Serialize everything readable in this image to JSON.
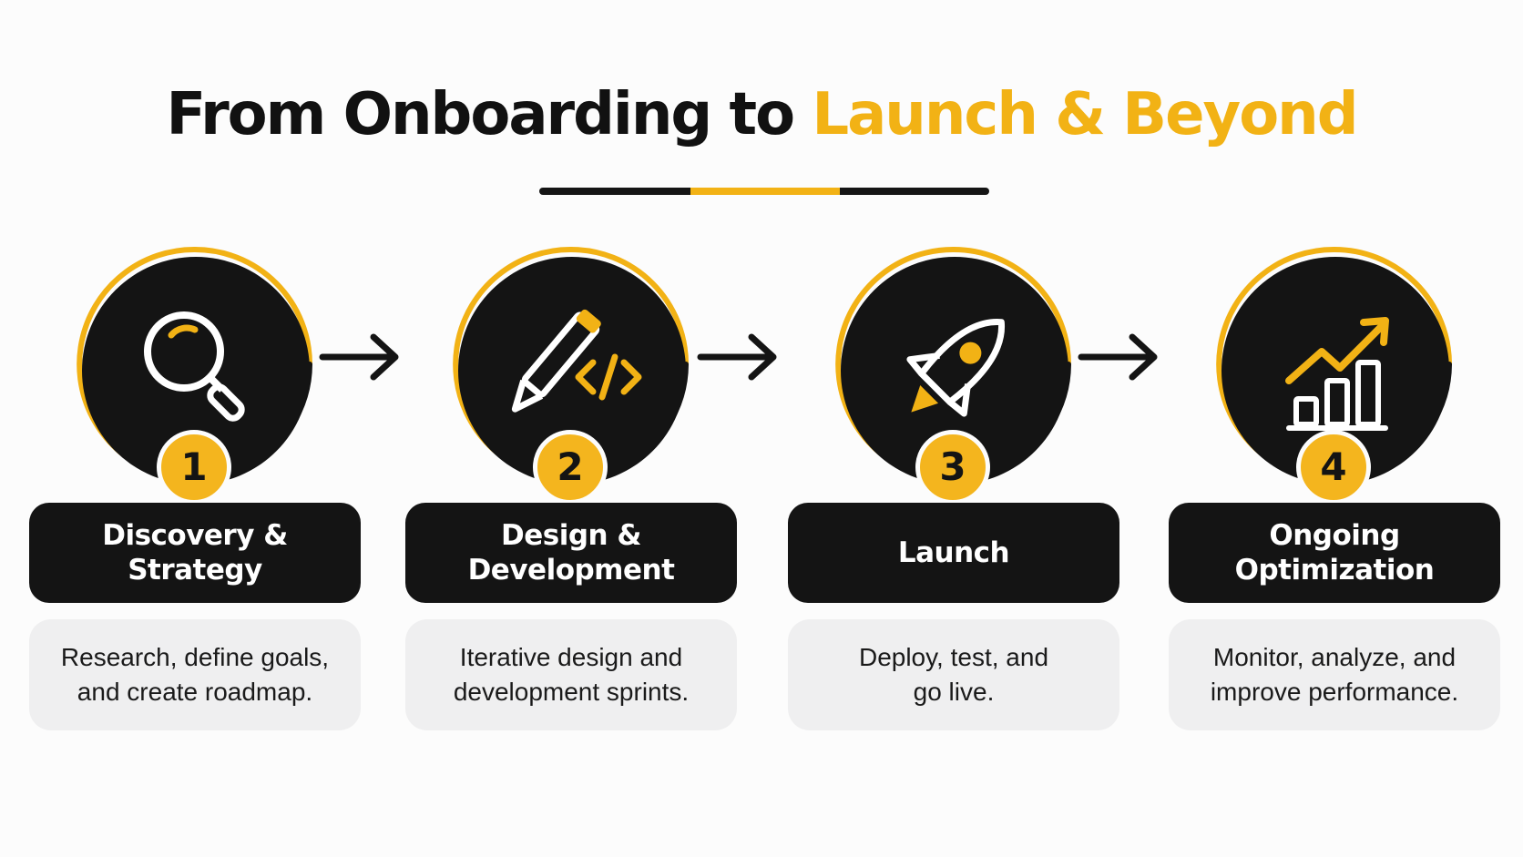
{
  "title": {
    "part1": "From Onboarding to ",
    "part2": "Launch & Beyond"
  },
  "colors": {
    "accent": "#f2b215",
    "dark": "#141414",
    "card": "#efeff0"
  },
  "steps": [
    {
      "number": "1",
      "label_line1": "Discovery &",
      "label_line2": "Strategy",
      "desc_line1": "Research, define goals,",
      "desc_line2": "and create roadmap.",
      "icon": "magnifier-icon"
    },
    {
      "number": "2",
      "label_line1": "Design &",
      "label_line2": "Development",
      "desc_line1": "Iterative design and",
      "desc_line2": "development sprints.",
      "icon": "pencil-code-icon"
    },
    {
      "number": "3",
      "label_line1": "Launch",
      "label_line2": "",
      "desc_line1": "Deploy, test, and",
      "desc_line2": "go live.",
      "icon": "rocket-icon"
    },
    {
      "number": "4",
      "label_line1": "Ongoing",
      "label_line2": "Optimization",
      "desc_line1": "Monitor, analyze, and",
      "desc_line2": "improve performance.",
      "icon": "growth-chart-icon"
    }
  ]
}
